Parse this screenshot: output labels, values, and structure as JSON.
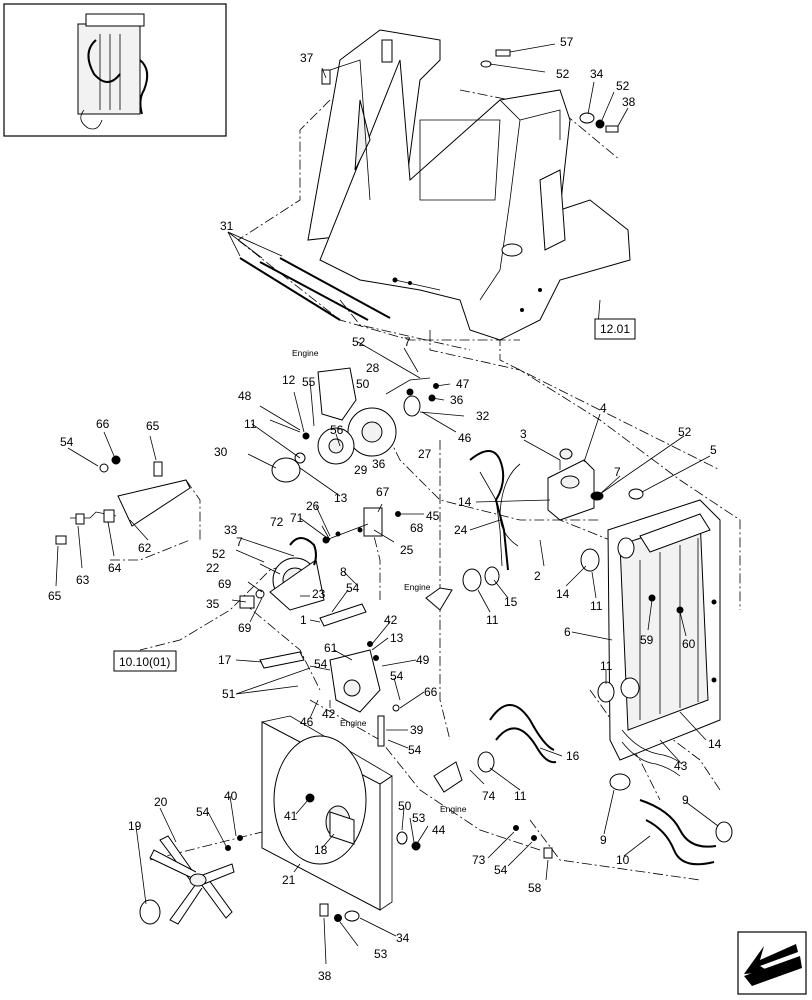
{
  "callouts": {
    "c37": "37",
    "c57": "57",
    "c52a": "52",
    "c34a": "34",
    "c52b": "52",
    "c38a": "38",
    "c31": "31",
    "ref1201": "12.01",
    "c52c": "52",
    "c7a": "7",
    "c55": "55",
    "c28": "28",
    "c47": "47",
    "c50a": "50",
    "c12": "12",
    "c48": "48",
    "c36a": "36",
    "c32": "32",
    "c11a": "11",
    "c56": "56",
    "c46a": "46",
    "c30": "30",
    "c29": "29",
    "c36b": "36",
    "c27": "27",
    "c13a": "13",
    "c66a": "66",
    "c65a": "65",
    "c54a": "54",
    "c62": "62",
    "c3": "3",
    "c4": "4",
    "c52d": "52",
    "c5": "5",
    "c7b": "7",
    "c14a": "14",
    "c24": "24",
    "c67": "67",
    "c26": "26",
    "c72": "72",
    "c71": "71",
    "c68": "68",
    "c45": "45",
    "c25": "25",
    "c33": "33",
    "c7c": "7",
    "c52e": "52",
    "c22": "22",
    "c8": "8",
    "c69a": "69",
    "c35": "35",
    "c69b": "69",
    "c23": "23",
    "c54b": "54",
    "c65b": "65",
    "c63": "63",
    "c64": "64",
    "ref1010": "10.10(01)",
    "c2": "2",
    "c15": "15",
    "c14b": "14",
    "c11b": "11",
    "c11c": "11",
    "c59": "59",
    "c60": "60",
    "c6": "6",
    "c1": "1",
    "c42a": "42",
    "c13b": "13",
    "c61": "61",
    "c49": "49",
    "c17": "17",
    "c54c": "54",
    "c51": "51",
    "c54d": "54",
    "c66b": "66",
    "c46b": "46",
    "c42b": "42",
    "c39": "39",
    "c54e": "54",
    "c11d": "11",
    "c16": "16",
    "c14c": "14",
    "c43": "43",
    "c74": "74",
    "c11e": "11",
    "c9a": "9",
    "c9b": "9",
    "c10": "10",
    "c20": "20",
    "c40": "40",
    "c19": "19",
    "c54f": "54",
    "c41": "41",
    "c18": "18",
    "c50b": "50",
    "c53a": "53",
    "c44": "44",
    "c21": "21",
    "c73": "73",
    "c54g": "54",
    "c58": "58",
    "c34b": "34",
    "c53b": "53",
    "c38b": "38"
  },
  "engine_labels": {
    "e1": "Engine",
    "e2": "Engine",
    "e3": "Engine",
    "e4": "Engine"
  },
  "nav": {
    "next_page_icon": "arrow-next-page-icon"
  }
}
